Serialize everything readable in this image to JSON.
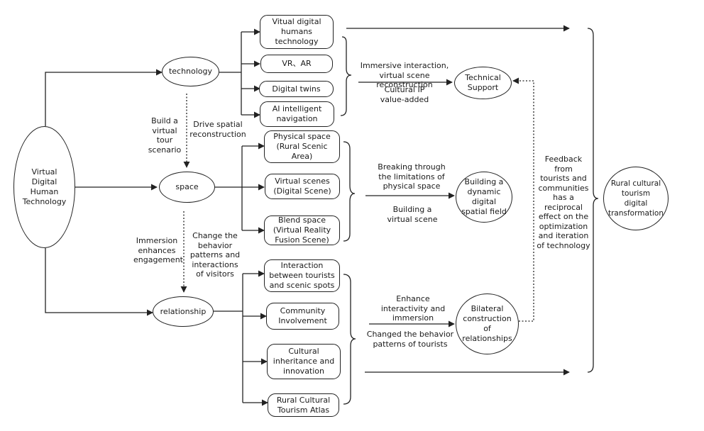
{
  "nodes": {
    "vdh": "Virtual\nDigital\nHuman\nTechnology",
    "technology": "technology",
    "space": "space",
    "relationship": "relationship",
    "tech_items": [
      "Vitual digital\nhumans\ntechnology",
      "VR、AR",
      "Digital twins",
      "AI intelligent\nnavigation"
    ],
    "space_items": [
      "Physical space\n(Rural Scenic\nArea)",
      "Virtual scenes\n(Digital Scene)",
      "Blend space\n(Virtual Reality\nFusion Scene)"
    ],
    "rel_items": [
      "Interaction\nbetween tourists\nand scenic spots",
      "Community\nInvolvement",
      "Cultural\ninheritance and\ninnovation",
      "Rural Cultural\nTourism Atlas"
    ],
    "technical_support": "Technical\nSupport",
    "dynamic_field": "Building a\ndynamic\ndigital\nspatial field",
    "bilateral": "Bilateral\nconstruction\nof\nrelationships",
    "rural_transform": "Rural cultural\ntourism\ndigital\ntransformation"
  },
  "labels": {
    "build_tour": "Build a\nvirtual\ntour\nscenario",
    "drive_spatial": "Drive spatial\nreconstruction",
    "immersion": "Immersion\nenhances\nengagement",
    "change_behavior": "Change the\nbehavior\npatterns and\ninteractions\nof visitors",
    "immersive_interaction": "Immersive interaction,\nvirtual scene reconstruction",
    "cultural_ip": "Cultural IP\nvalue-added",
    "breaking_through": "Breaking through\nthe limitations of\nphysical space",
    "building_virtual": "Building a\nvirtual scene",
    "enhance_interactivity": "Enhance\ninteractivity and\nimmersion",
    "changed_behavior": "Changed the behavior\npatterns of tourists",
    "feedback": "Feedback from\ntourists and\ncommunities\nhas a\nreciprocal\neffect on the\noptimization\nand iteration\nof technology"
  },
  "colors": {
    "stroke": "#222222",
    "background": "#ffffff"
  }
}
